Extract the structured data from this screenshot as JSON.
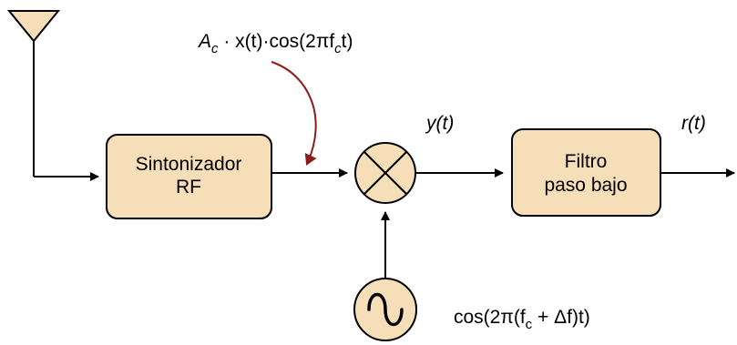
{
  "blocks": {
    "tuner": {
      "line1": "Sintonizador",
      "line2": "RF"
    },
    "lowpass": {
      "line1": "Filtro",
      "line2": "paso bajo"
    }
  },
  "mixer": {
    "symbol": "multiplier-icon"
  },
  "oscillator": {
    "symbol": "sine-wave-icon"
  },
  "signals": {
    "input": {
      "a": "A",
      "a_sub": "c",
      "rest": " · x(t)·cos(2πf",
      "f_sub": "c",
      "end": "t)"
    },
    "mixer_out": "y(t)",
    "output": "r(t)",
    "local_osc": {
      "pre": "cos(2π(f",
      "sub": "c",
      "post": " + Δf)t)"
    }
  },
  "colors": {
    "block_fill": "#f6deb8",
    "block_stroke": "#000000",
    "annotation_arrow": "#8b1a1a",
    "antenna_fill": "#f6deb8"
  }
}
